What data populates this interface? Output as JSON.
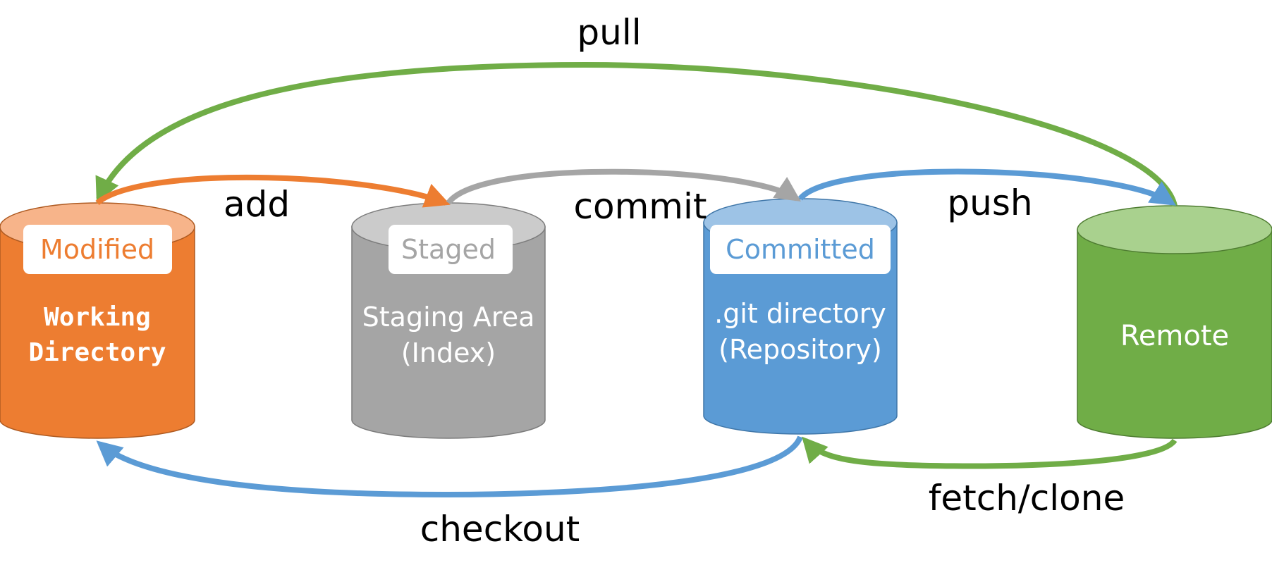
{
  "arrows": {
    "pull": "pull",
    "add": "add",
    "commit": "commit",
    "push": "push",
    "checkout": "checkout",
    "fetch_clone": "fetch/clone"
  },
  "stores": {
    "working": {
      "status": "Modified",
      "line1": "Working",
      "line2": "Directory"
    },
    "staging": {
      "status": "Staged",
      "line1": "Staging Area",
      "line2": "(Index)"
    },
    "repository": {
      "status": "Committed",
      "line1": ".git directory",
      "line2": "(Repository)"
    },
    "remote": {
      "line1": "Remote"
    }
  },
  "colors": {
    "orange": "#ED7D31",
    "orange_top": "#F7B48A",
    "gray": "#A5A5A5",
    "gray_top": "#CBCBCB",
    "blue": "#5B9BD5",
    "blue_top": "#9DC3E6",
    "green": "#70AD47",
    "green_top": "#A9D18E"
  }
}
